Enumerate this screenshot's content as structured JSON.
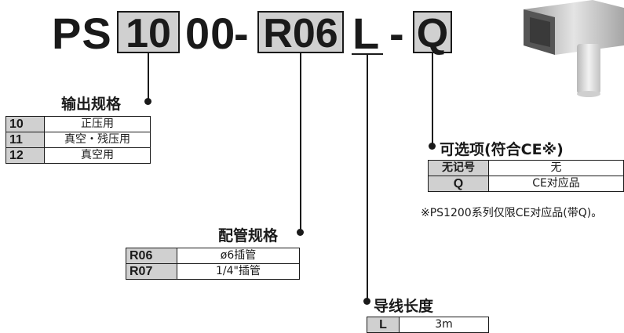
{
  "part_number": {
    "prefix": "PS",
    "series": "10",
    "fixed": "00",
    "dash1": "-",
    "port": "R06",
    "lead": "L",
    "dash2": "-",
    "option": "Q"
  },
  "output_spec": {
    "title": "输出规格",
    "rows": [
      {
        "code": "10",
        "desc": "正压用"
      },
      {
        "code": "11",
        "desc": "真空・残压用"
      },
      {
        "code": "12",
        "desc": "真空用"
      }
    ]
  },
  "piping_spec": {
    "title": "配管规格",
    "rows": [
      {
        "code": "R06",
        "desc": "ø6插管"
      },
      {
        "code": "R07",
        "desc": "1/4\"插管"
      }
    ]
  },
  "lead_length": {
    "title": "导线长度",
    "rows": [
      {
        "code": "L",
        "desc": "3m"
      }
    ]
  },
  "option_spec": {
    "title": "可选项(符合CE※)",
    "header": {
      "code": "无记号",
      "desc": "无"
    },
    "rows": [
      {
        "code": "Q",
        "desc": "CE对应品"
      }
    ],
    "note": "※PS1200系列仅限CE对应品(带Q)。"
  },
  "colors": {
    "box_fill": "#d0d0d0",
    "ink": "#1a1a1a"
  }
}
